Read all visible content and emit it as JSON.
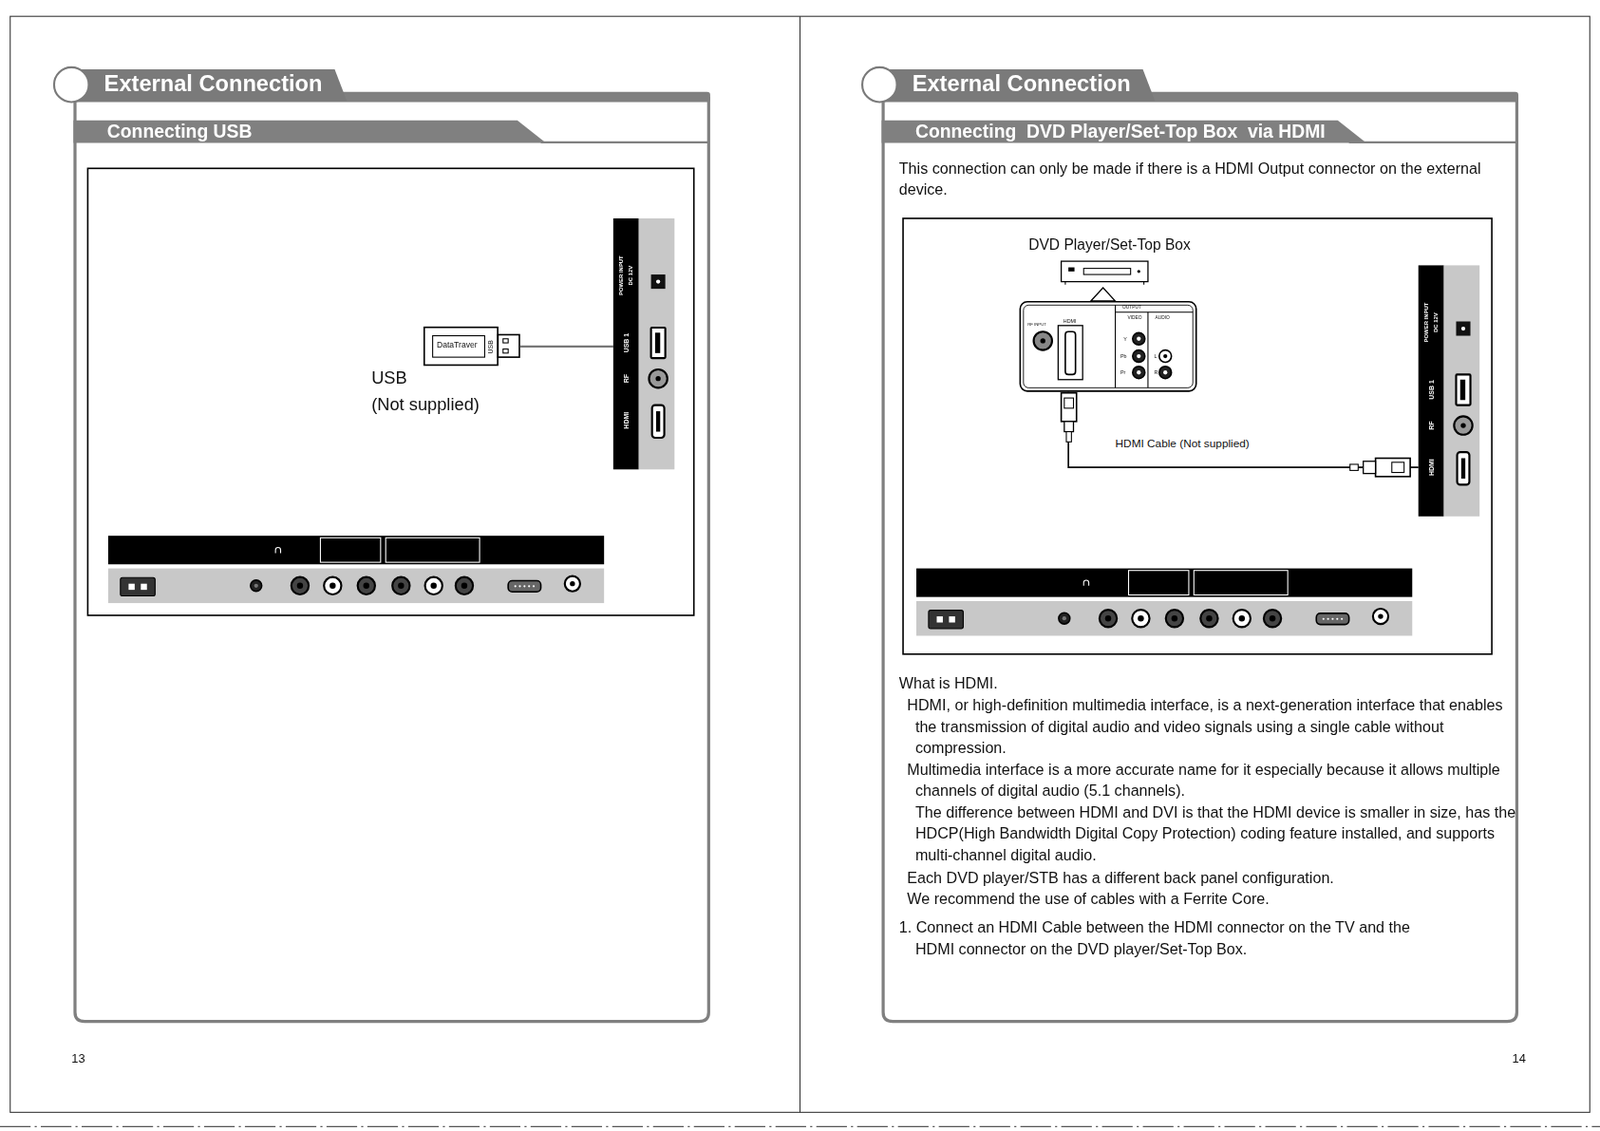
{
  "diagram": {
    "nodes": [
      {
        "text": [
          "External Connection"
        ]
      },
      {
        "text": [
          "Connecting USB"
        ]
      },
      {
        "text": [
          "DataTraver",
          "USB"
        ]
      },
      {
        "text": [
          "POWER INPUT",
          "DC 12V",
          "USB 1",
          "RF",
          "HDMI"
        ]
      },
      {
        "text": [
          "External Connection"
        ]
      },
      {
        "text": [
          "Connecting  DVD Player/Set-Top Box  via HDMI"
        ]
      },
      {
        "text": [
          "DVD Player/Set-Top Box",
          "RF INPUT",
          "HDMI",
          "OUTPUT",
          "VIDEO",
          "AUDIO",
          "Y",
          "Pb",
          "Pr",
          "L",
          "R"
        ]
      },
      {
        "text": [
          "POWER INPUT",
          "DC 12V",
          "USB 1",
          "RF",
          "HDMI"
        ]
      }
    ],
    "edges": [
      {
        "from": 2,
        "to": 3,
        "arrow": "none"
      },
      {
        "from": 6,
        "to": 7,
        "arrow": "none",
        "label": "HDMI Cable (Not supplied)"
      }
    ],
    "labels": [
      "USB",
      "(Not supplied)",
      "13",
      "This connection can only be made if there is a HDMI Output connector on the external device.",
      "What is HDMI.",
      "HDMI, or high-definition multimedia interface, is a next-generation interface that enables the transmission of digital audio and video signals using a single cable without compression.",
      "Multimedia interface is a more accurate name for it especially because it allows multiple channels of digital audio (5.1 channels).",
      "The difference between HDMI and DVI is that the HDMI device is smaller in size, has the HDCP(High Bandwidth Digital Copy Protection) coding feature installed, and supports multi-channel digital audio.",
      "Each DVD player/STB has a different back panel configuration.",
      "We recommend the use of cables with a Ferrite Core.",
      "1. Connect an HDMI Cable between the HDMI connector on the TV and the HDMI connector on the DVD player/Set-Top Box.",
      "14"
    ]
  }
}
